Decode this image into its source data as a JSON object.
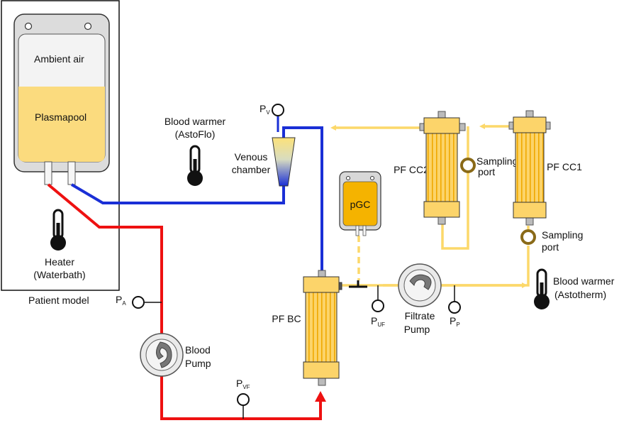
{
  "colors": {
    "blood_arterial": "#ee1111",
    "blood_venous": "#1a2fd6",
    "plasma_line": "#fcd86a",
    "filter_body": "#fcd46a",
    "filter_stripe": "#f0a800",
    "bag_liquid": "#fbdb7e",
    "bag_air": "#f2f2f2",
    "pgc_liquid": "#f5b300",
    "gauge_ring": "#8a6a18"
  },
  "patient_model": {
    "label": "Patient model",
    "bag": {
      "air_label": "Ambient air",
      "liquid_label": "Plasmapool",
      "liquid_fraction": 0.55
    },
    "heater": {
      "line1": "Heater",
      "line2": "(Waterbath)",
      "icon": "thermometer-icon"
    }
  },
  "components": {
    "blood_warmer_astoflo": {
      "line1": "Blood warmer",
      "line2": "(AstoFlo)",
      "icon": "thermometer-icon"
    },
    "venous_chamber": {
      "line1": "Venous",
      "line2": "chamber"
    },
    "pgc": {
      "label": "pGC"
    },
    "pf_cc2": {
      "label": "PF CC2"
    },
    "pf_cc1": {
      "label": "PF CC1"
    },
    "pf_bc": {
      "label": "PF BC"
    },
    "sampling_port_1": {
      "line1": "Sampling",
      "line2": "port"
    },
    "sampling_port_2": {
      "line1": "Sampling",
      "line2": "port"
    },
    "filtrate_pump": {
      "line1": "Filtrate",
      "line2": "Pump",
      "icon": "pump-icon"
    },
    "blood_pump": {
      "line1": "Blood",
      "line2": "Pump",
      "icon": "pump-icon"
    },
    "blood_warmer_astotherm": {
      "line1": "Blood warmer",
      "line2": "(Astotherm)",
      "icon": "thermometer-icon"
    }
  },
  "pressure_sensors": {
    "pv": {
      "main": "P",
      "sub": "V"
    },
    "pa": {
      "main": "P",
      "sub": "A"
    },
    "pvf": {
      "main": "P",
      "sub": "VF"
    },
    "puf": {
      "main": "P",
      "sub": "UF"
    },
    "pp": {
      "main": "P",
      "sub": "P"
    }
  }
}
